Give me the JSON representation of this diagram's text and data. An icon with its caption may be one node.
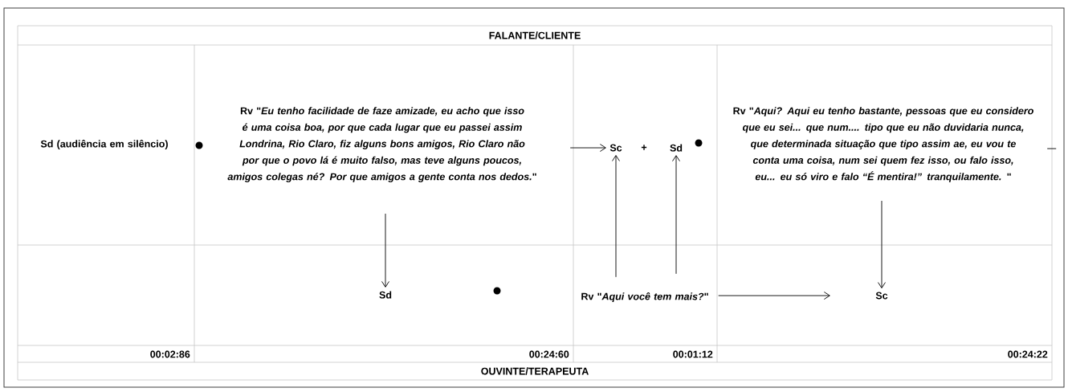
{
  "diagram": {
    "nodes": [
      {
        "text": [
          "Rv \"*Eu tenho facilidade de faze amizade, eu acho que isso é uma coisa boa, por que cada lugar que eu passei assim Londrina, Rio Claro, fiz alguns bons amigos, Rio Claro não por que o povo lá é muito falso, mas teve alguns poucos, amigos colegas né? Por que amigos a gente conta nos dedos.*\""
        ]
      },
      {
        "text": [
          "Sd"
        ]
      },
      {
        "text": [
          "Sc"
        ]
      },
      {
        "text": [
          "Sd"
        ]
      },
      {
        "text": [
          "Rv \"*Aqui você tem mais?*\""
        ]
      },
      {
        "text": [
          "Rv \"*Aqui? Aqui eu tenho bastante, pessoas que eu considero que eu sei... que num.... tipo que eu não duvidaria nunca, que determinada situação que tipo assim ae, eu vou te conta uma coisa, num sei quem fez isso, ou falo isso, eu... eu só viro e falo “É mentira!” tranquilamente.* \""
        ]
      },
      {
        "text": [
          "Sc"
        ]
      }
    ],
    "edges": [
      {
        "from": 0,
        "to": 1,
        "arrow": "to"
      },
      {
        "from": 0,
        "to": 2,
        "arrow": "to"
      },
      {
        "from": 4,
        "to": 2,
        "arrow": "to"
      },
      {
        "from": 4,
        "to": 3,
        "arrow": "to"
      },
      {
        "from": 4,
        "to": 6,
        "arrow": "to"
      },
      {
        "from": 5,
        "to": 6,
        "arrow": "to"
      },
      {
        "from": 5,
        "to": null,
        "arrow": "none"
      }
    ],
    "labels": [
      "FALANTE/CLIENTE",
      "Sd (audiência em silêncio)",
      "+",
      "00:02:86",
      "00:24:60",
      "00:01:12",
      "00:24:22",
      "OUVINTE/TERAPEUTA"
    ]
  }
}
